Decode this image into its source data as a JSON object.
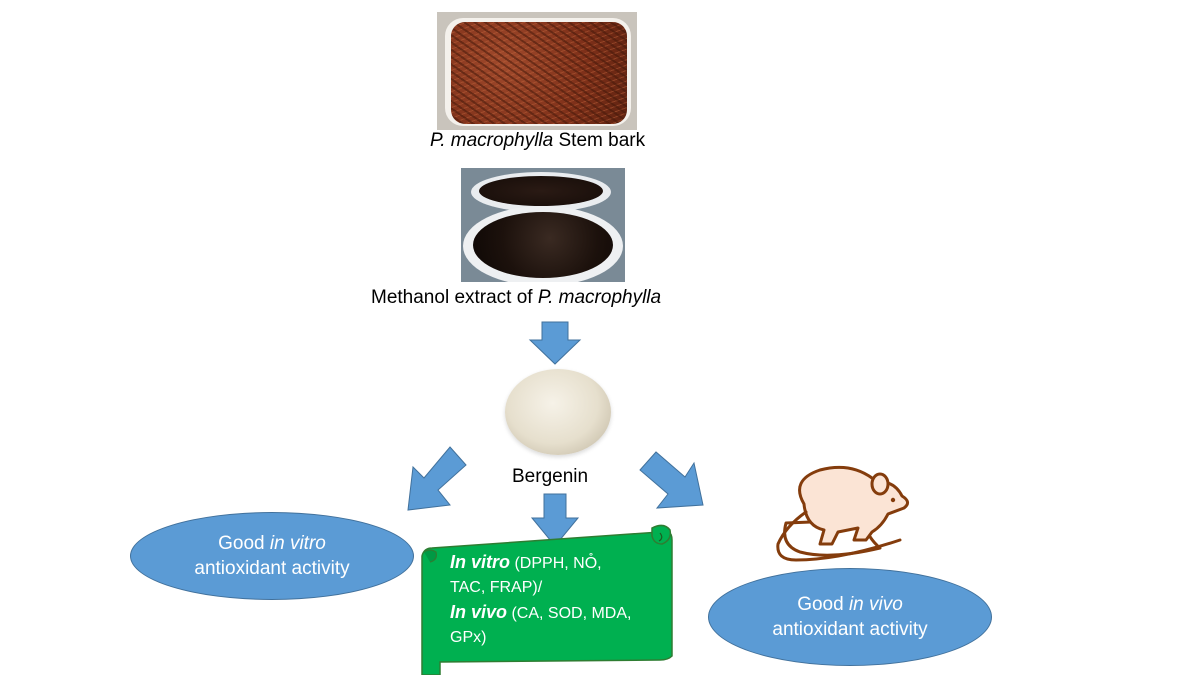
{
  "captions": {
    "stem_bark_species": "P. macrophylla",
    "stem_bark_rest": " Stem bark",
    "extract_prefix": "Methanol extract of ",
    "extract_species": "P. macrophylla",
    "bergenin": "Bergenin"
  },
  "oval_left": {
    "line1_prefix": "Good ",
    "line1_italic": "in vitro",
    "line2": "antioxidant activity"
  },
  "oval_right": {
    "line1_prefix": "Good ",
    "line1_italic": "in vivo",
    "line2": "antioxidant activity"
  },
  "scroll": {
    "invitro_label": "In vitro",
    "invitro_line1_rest": " (DPPH, NO̊,",
    "invitro_line2": "TAC, FRAP)/",
    "invivo_label": "In vivo",
    "invivo_line1_rest": " (CA, SOD, MDA,",
    "invivo_line2": "GPx)"
  },
  "colors": {
    "arrow_blue": "#5b9bd5",
    "oval_blue": "#5b9bd5",
    "scroll_green": "#00b050",
    "rat_fill": "#fbe4d5",
    "rat_outline": "#843c0c"
  },
  "icons": {
    "rat": "rat-icon"
  }
}
